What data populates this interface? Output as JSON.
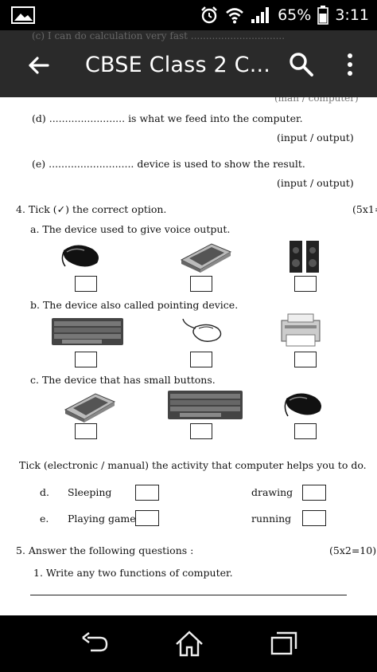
{
  "status": {
    "battery_percent": "65%",
    "time": "3:11",
    "icons": [
      "gallery-icon",
      "alarm-icon",
      "wifi-icon",
      "signal-icon",
      "battery-icon"
    ]
  },
  "app_bar": {
    "title": "CBSE Class 2 C...",
    "under_text": "(c) I can do calculation very fast ...............................",
    "icons": [
      "back-arrow-icon",
      "search-icon",
      "more-vert-icon"
    ]
  },
  "document": {
    "cut_text": "(man / computer)",
    "fill_blanks": [
      {
        "id": "d",
        "text": "(d) ........................ is what we feed into the computer.",
        "options": "(input / output)"
      },
      {
        "id": "e",
        "text": "(e) ........................... device is used to show the result.",
        "options": "(input / output)"
      }
    ],
    "q4": {
      "heading": "4. Tick (✓) the correct option.",
      "marks": "(5x1=",
      "parts": [
        {
          "label": "a. The device used to give voice output.",
          "images": [
            "mouse",
            "scanner",
            "speakers"
          ]
        },
        {
          "label": "b. The device also called pointing device.",
          "images": [
            "keyboard",
            "mouse-outline",
            "printer"
          ]
        },
        {
          "label": "c. The device that has small buttons.",
          "images": [
            "scanner",
            "keyboard",
            "mouse"
          ]
        }
      ]
    },
    "tick_em": {
      "heading": "Tick (electronic / manual) the activity that computer helps you to do.",
      "rows": [
        {
          "id": "d.",
          "left": "Sleeping",
          "right": "drawing"
        },
        {
          "id": "e.",
          "left": "Playing games",
          "right": "running"
        }
      ]
    },
    "q5": {
      "heading": "5. Answer the following questions :",
      "marks": "(5x2=10)",
      "items": [
        "1. Write any two functions of computer."
      ]
    }
  }
}
